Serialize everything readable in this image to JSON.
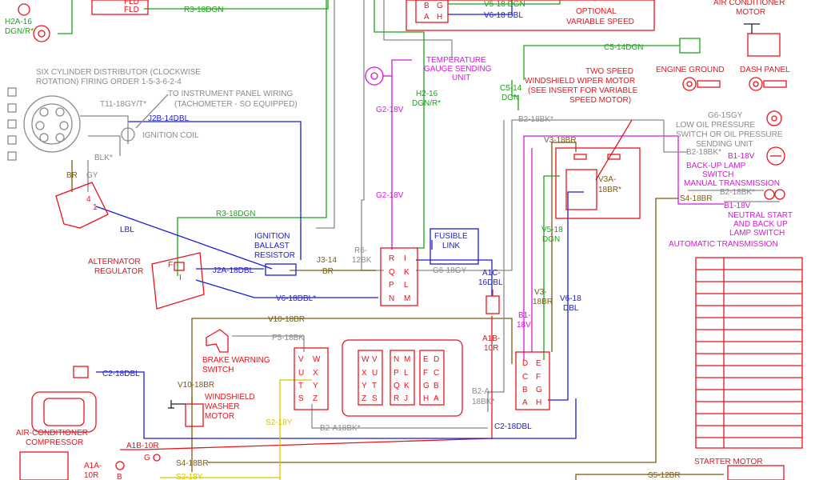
{
  "labels": {
    "h2a_wire": "H2A-16",
    "h2a_color": "DGN/R*",
    "fld1": "FLD",
    "fld2": "FLD",
    "r3_top": "R3-18DGN",
    "v5": "V5-18 DGN",
    "v6_top": "V6-18 DBL",
    "optional": "OPTIONAL",
    "variable_speed": "VARIABLE SPEED",
    "ac_motor1": "AIR CONDITIONER",
    "ac_motor2": "MOTOR",
    "c5": "C5-14DGN",
    "engine_ground": "ENGINE GROUND",
    "dash_panel": "DASH PANEL",
    "dist1": "SIX CYLINDER DISTRIBUTOR (CLOCKWISE",
    "dist2": "ROTATION)  FIRING ORDER  1-5-3-6-2-4",
    "tach1": "TO INSTRUMENT PANEL WIRING",
    "tach2": "(TACHOMETER - SO EQUIPPED)",
    "t11": "T11-18GY/T*",
    "j2b": "J2B-14DBL",
    "ign_coil": "IGNITION COIL",
    "blk": "BLK*",
    "br": "BR",
    "gy": "GY",
    "temp1": "TEMPERATURE",
    "temp2": "GAUGE SENDING",
    "temp3": "UNIT",
    "g2_upper": "G2-18V",
    "g2_lower": "G2-18V",
    "h2_16": "H2-16",
    "h2_color": "DGN/R*",
    "c5_14": "C5-14",
    "c5_dgn": "DGN",
    "wiper1": "TWO SPEED",
    "wiper2": "WINDSHIELD WIPER MOTOR",
    "wiper3": "(SEE INSERT FOR VARIABLE",
    "wiper4": "SPEED MOTOR)",
    "g6_sgy": "G6-1SGY",
    "oil1": "LOW OIL PRESSURE",
    "oil2": "SWITCH OR OIL PRESSURE",
    "oil3": "SENDING UNIT",
    "b2_top": "B2-18BK*",
    "v3_top": "V3-18BR",
    "b2_mid": "B2-18BK*",
    "b1_top": "B1-18V",
    "backup1": "BACK-UP LAMP",
    "backup2": "SWITCH",
    "manual": "MANUAL TRANSMISSION",
    "v3a": "V3A-",
    "v3a_2": "18BR*",
    "b2_low": "B2-18BK*",
    "s4_top": "S4-18BR",
    "b1_low": "B1-18V",
    "neutral1": "NEUTRAL START",
    "neutral2": "AND BACK UP",
    "neutral3": "LAMP SWITCH",
    "automatic": "AUTOMATIC TRANSMISSION",
    "r3_mid": "R3-18DGN",
    "lbl": "LBL",
    "ballast1": "IGNITION",
    "ballast2": "BALLAST",
    "ballast3": "RESISTOR",
    "j3_14": "J3-14",
    "j3_br": "BR",
    "r6": "R6-",
    "r6_2": "12BK",
    "fusible1": "FUSIBLE",
    "fusible2": "LINK",
    "g6_mid": "G6-18GY",
    "a1c": "A1C-",
    "a1c_2": "16DBL",
    "v5_18": "V5-18",
    "v5_dgn": "DGN",
    "alt1": "ALTERNATOR",
    "alt2": "REGULATOR",
    "j2a": "J2A-18DBL",
    "v6_mid": "V6-18DBL*",
    "v3_mid": "V3-",
    "v3_mid2": "18BR",
    "v6_18": "V6-18",
    "v6_dbl": "DBL",
    "b1_mid": "B1-",
    "b1_mid2": "18V",
    "a1b": "A1B-",
    "a1b_2": "10R",
    "v10_top": "V10-18BR",
    "p5": "P5-18BK",
    "brake1": "BRAKE WARNING",
    "brake2": "SWITCH",
    "v10_low": "V10-18BR",
    "washer1": "WINDSHIELD",
    "washer2": "WASHER",
    "washer3": "MOTOR",
    "c2_left": "C2-18DBL",
    "b2_a": "B2-A",
    "b2_a_2": "18BK*",
    "s2_mid": "S2-18Y",
    "b2_a18": "B2-A18BK*",
    "c2_right": "C2-18DBL",
    "ac_comp1": "AIR-CONDITIONER",
    "ac_comp2": "COMPRESSOR",
    "a1b_bottom": "A1B-10R",
    "a1a": "A1A-",
    "a1a_2": "10R",
    "g_pin": "G",
    "s4_bottom": "S4-18BR",
    "s2_bottom": "S2-18Y",
    "starter": "STARTER MOTOR",
    "s5": "S5-12BR",
    "b_pin": "B"
  },
  "connectors": {
    "top_box": [
      "B",
      "G",
      "A",
      "H"
    ],
    "center": [
      "R",
      "I",
      "Q",
      "K",
      "P",
      "L",
      "N",
      "M"
    ],
    "left_small": [
      "V",
      "W",
      "U",
      "X",
      "T",
      "Y",
      "S",
      "Z"
    ],
    "large_col1": [
      "W",
      "V",
      "X",
      "U",
      "Y",
      "T",
      "Z",
      "S"
    ],
    "large_col2": [
      "N",
      "M",
      "P",
      "L",
      "Q",
      "K",
      "R",
      "J"
    ],
    "large_col3": [
      "E",
      "D",
      "F",
      "C",
      "G",
      "B",
      "H",
      "A"
    ],
    "right": [
      "D",
      "E",
      "C",
      "F",
      "B",
      "G",
      "A",
      "H"
    ],
    "distributor_cap": [
      "1",
      "4"
    ],
    "alternator": [
      "F",
      "I"
    ]
  },
  "colors": {
    "red": "#e8141b",
    "green": "#1aa51a",
    "magenta": "#d817d8",
    "blue": "#1b1bd8",
    "gray": "#8a8a8a",
    "brown": "#7a5a10",
    "yellow": "#d8c800"
  }
}
